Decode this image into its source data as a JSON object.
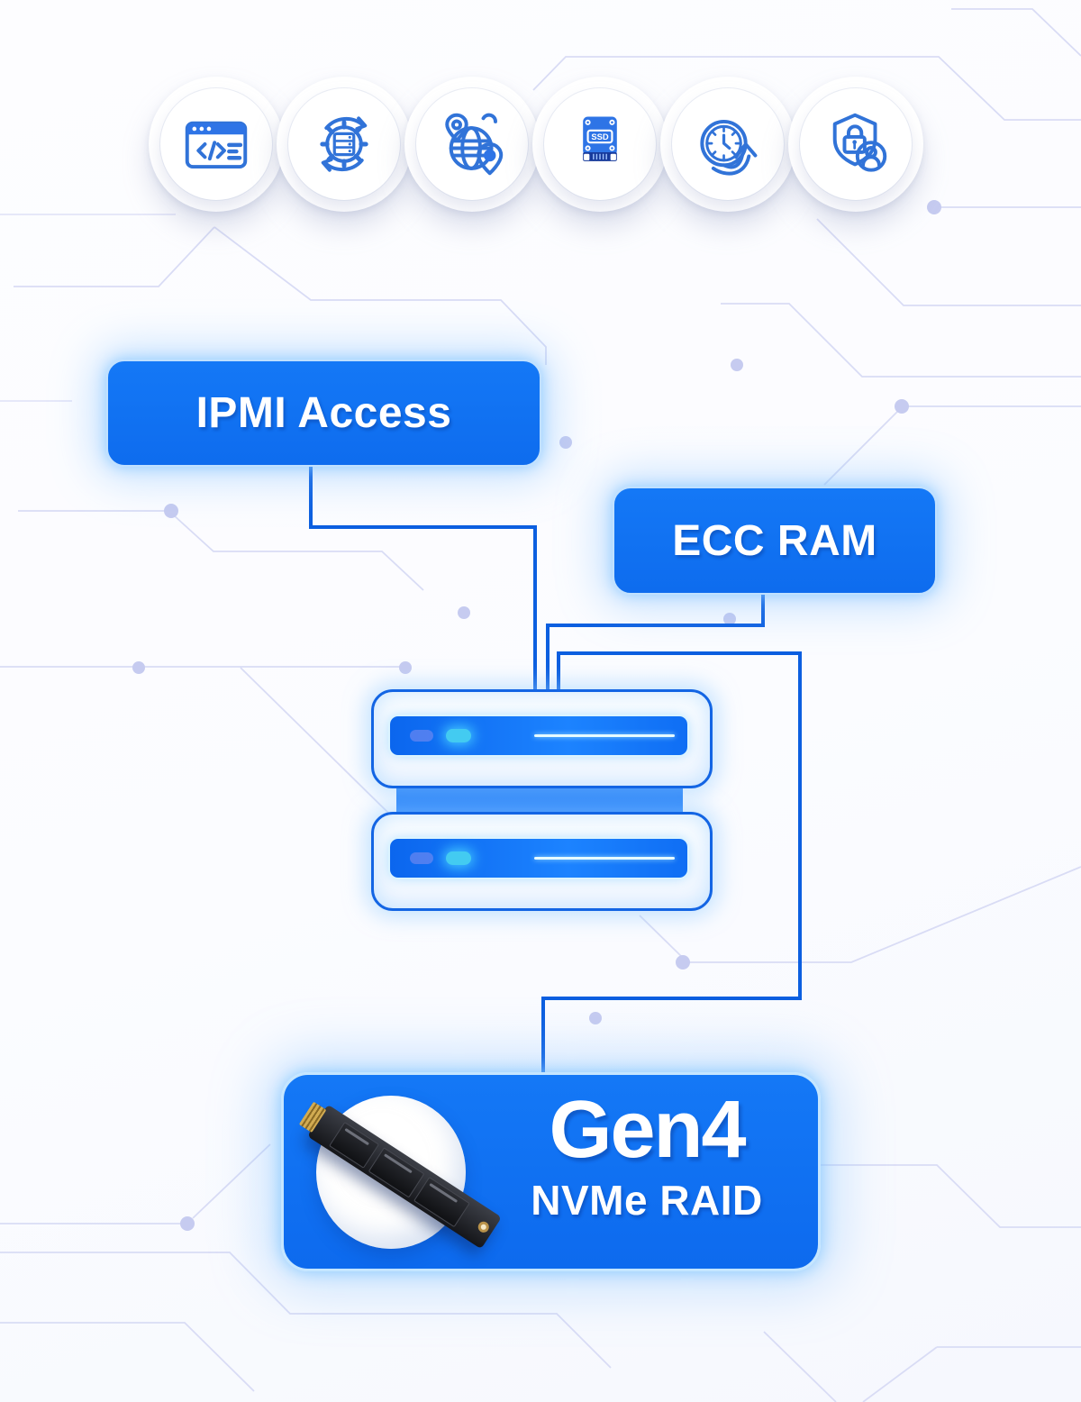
{
  "diagram": {
    "feature_icons": [
      {
        "id": "code-window-icon"
      },
      {
        "id": "server-gear-sync-icon"
      },
      {
        "id": "global-network-pin-icon"
      },
      {
        "id": "ssd-drive-icon",
        "label": "SSD"
      },
      {
        "id": "uptime-clock-arrow-icon"
      },
      {
        "id": "security-shield-user-icon"
      }
    ],
    "nodes": {
      "ipmi": {
        "label": "IPMI Access"
      },
      "ecc_ram": {
        "label": "ECC RAM"
      },
      "gen4": {
        "title": "Gen4",
        "subtitle": "NVMe RAID"
      }
    },
    "colors": {
      "node_blue": "#1070f2",
      "connector_blue": "#0c5fe0",
      "icon_stroke": "#3173d8",
      "trace": "#d9dcf5",
      "dot": "#c6cbf0",
      "led_cyan": "#43cbf1",
      "led_indigo": "#7b8cf0"
    }
  }
}
